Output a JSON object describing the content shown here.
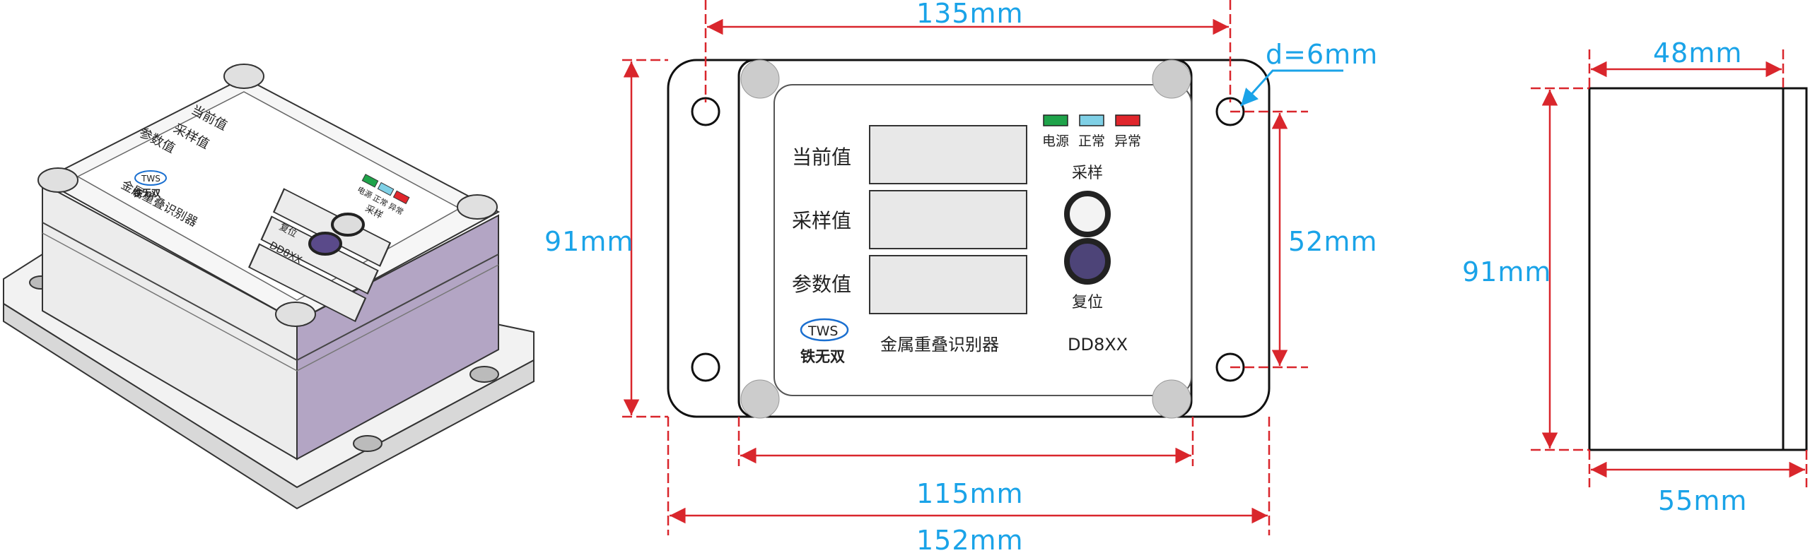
{
  "iso_view": {
    "labels": [
      "当前值",
      "采样值",
      "参数值"
    ],
    "logo_text": "TWS",
    "brand": "铁无双",
    "product_name": "金属重叠识别器",
    "model": "DD8XX",
    "led_labels": [
      "电源",
      "正常",
      "异常"
    ],
    "sample_label": "采样",
    "reset_label": "复位"
  },
  "front_view": {
    "labels": [
      "当前值",
      "采样值",
      "参数值"
    ],
    "logo_text": "TWS",
    "brand": "铁无双",
    "product_name": "金属重叠识别器",
    "model": "DD8XX",
    "led_labels": [
      "电源",
      "正常",
      "异常"
    ],
    "sample_label": "采样",
    "reset_label": "复位"
  },
  "dimensions": {
    "top_width": "135mm",
    "hole_diameter": "d=6mm",
    "height_left": "91mm",
    "hole_spacing_vertical": "52mm",
    "inner_width": "115mm",
    "total_width": "152mm",
    "side_depth_top": "48mm",
    "side_height": "91mm",
    "side_depth_bottom": "55mm"
  },
  "colors": {
    "dimension_line": "#d9262c",
    "dimension_text": "#1aa3e8",
    "led_power": "#1fa34a",
    "led_normal": "#7fd0e6",
    "led_fault": "#e0262c",
    "box_side": "#b3a5c4",
    "display_fill": "#e8e8e8"
  }
}
